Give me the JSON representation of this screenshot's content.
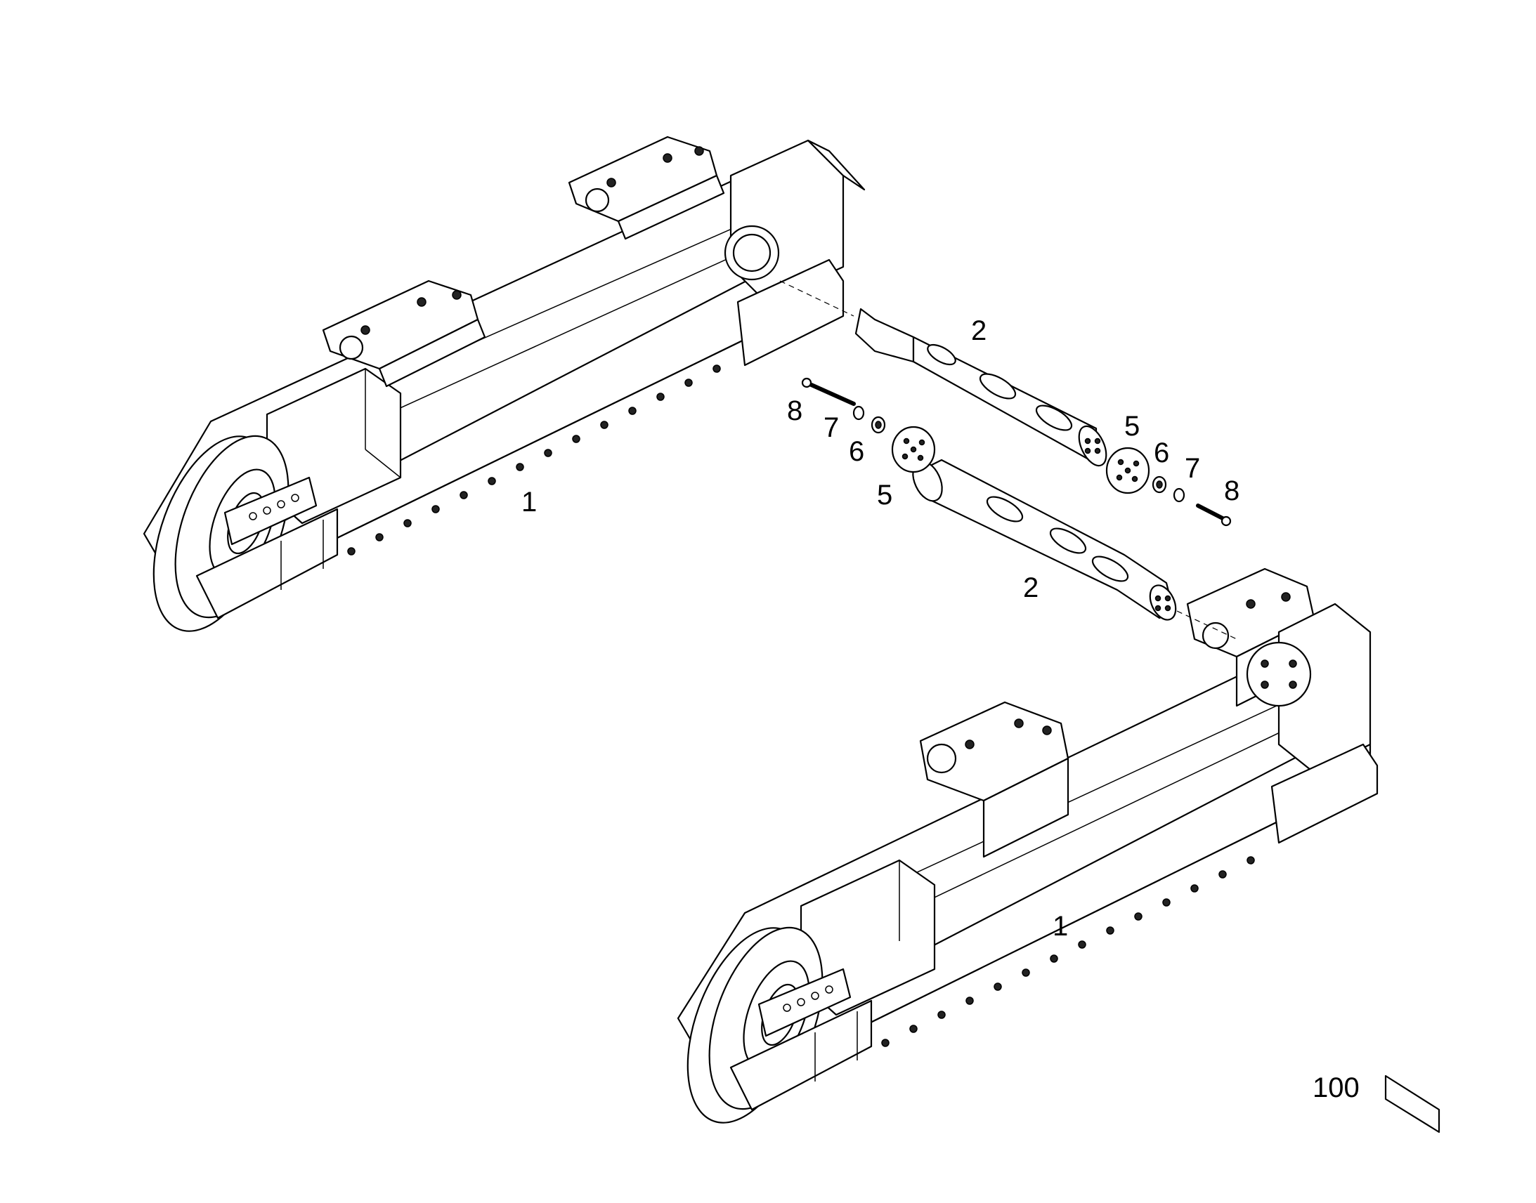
{
  "callouts": [
    {
      "id": "c1a",
      "text": "1"
    },
    {
      "id": "c1b",
      "text": "1"
    },
    {
      "id": "c2a",
      "text": "2"
    },
    {
      "id": "c2b",
      "text": "2"
    },
    {
      "id": "c5a",
      "text": "5"
    },
    {
      "id": "c5b",
      "text": "5"
    },
    {
      "id": "c6a",
      "text": "6"
    },
    {
      "id": "c6b",
      "text": "6"
    },
    {
      "id": "c7a",
      "text": "7"
    },
    {
      "id": "c7b",
      "text": "7"
    },
    {
      "id": "c8a",
      "text": "8"
    },
    {
      "id": "c8b",
      "text": "8"
    }
  ],
  "scale_label": "100"
}
